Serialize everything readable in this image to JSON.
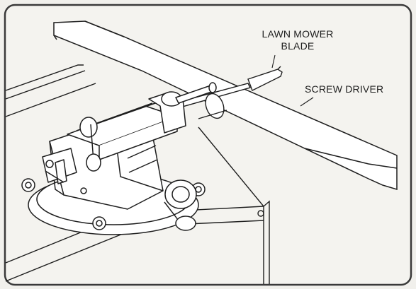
{
  "labels": {
    "blade_line1": "LAWN MOWER",
    "blade_line2": "BLADE",
    "screwdriver": "SCREW DRIVER"
  },
  "colors": {
    "ink": "#1e1e1e",
    "paper": "#f1f0ec",
    "frame": "#3a3a3a"
  }
}
